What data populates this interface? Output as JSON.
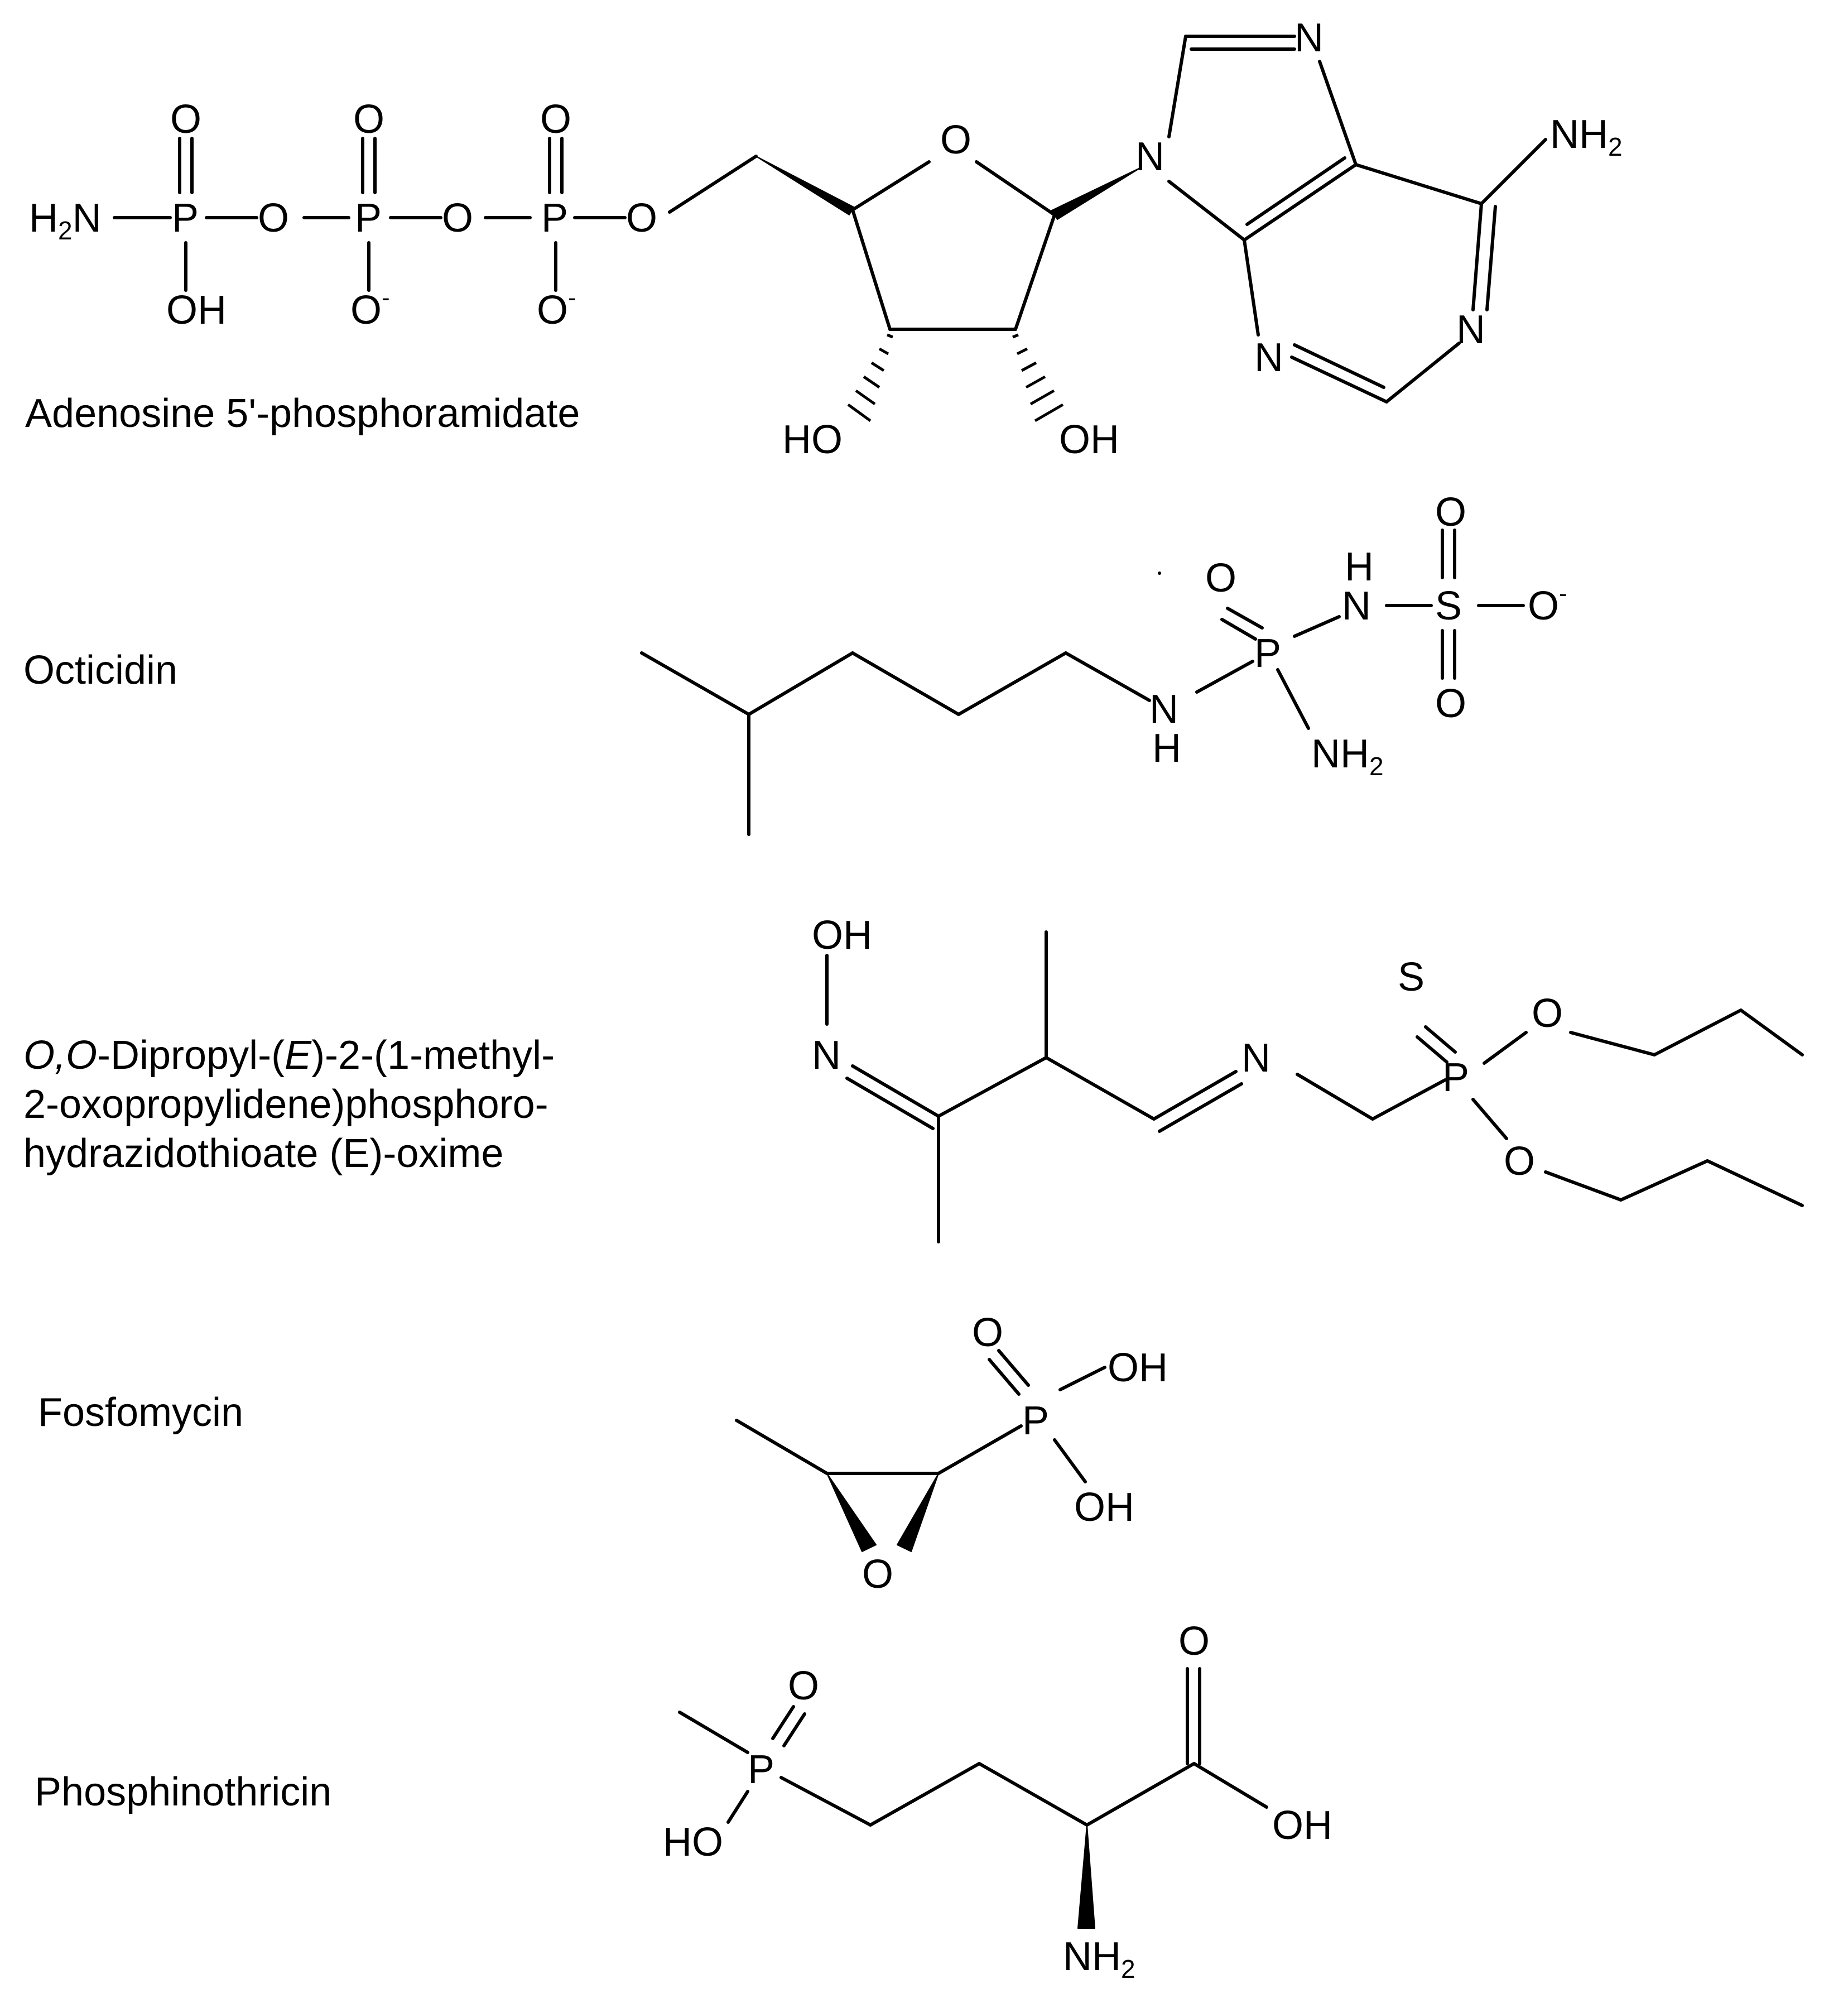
{
  "compounds": [
    {
      "name": "Adenosine 5'-phosphoramidate",
      "atoms": {
        "o_top": "O",
        "p": "P",
        "o_minus": "O",
        "charge": "-",
        "oh": "OH",
        "ho": "HO",
        "o_ring": "O",
        "n": "N",
        "nh2_nh": "NH",
        "nh2_sub": "2",
        "h2n_h": "H",
        "h2n_sub": "2",
        "h2n_n": "N"
      }
    },
    {
      "name": "Octicidin",
      "atoms": {
        "o": "O",
        "p": "P",
        "s": "S",
        "nh_h": "H",
        "nh_n": "N",
        "o_minus": "O",
        "charge": "-",
        "nh2_nh": "NH",
        "nh2_sub": "2"
      }
    },
    {
      "name_parts": {
        "l1_a": "O,O",
        "l1_b": "-Dipropyl-(",
        "l1_c": "E",
        "l1_d": ")-2-(1-methyl-",
        "l2": "2-oxopropylidene)phosphoro-",
        "l3": "hydrazidothioate (E)-oxime"
      },
      "atoms": {
        "oh": "OH",
        "n": "N",
        "s": "S",
        "p": "P",
        "o": "O"
      }
    },
    {
      "name": "Fosfomycin",
      "atoms": {
        "o": "O",
        "p": "P",
        "oh": "OH"
      }
    },
    {
      "name": "Phosphinothricin",
      "atoms": {
        "o": "O",
        "p": "P",
        "ho": "HO",
        "oh": "OH",
        "nh2_nh": "NH",
        "nh2_sub": "2"
      }
    }
  ]
}
